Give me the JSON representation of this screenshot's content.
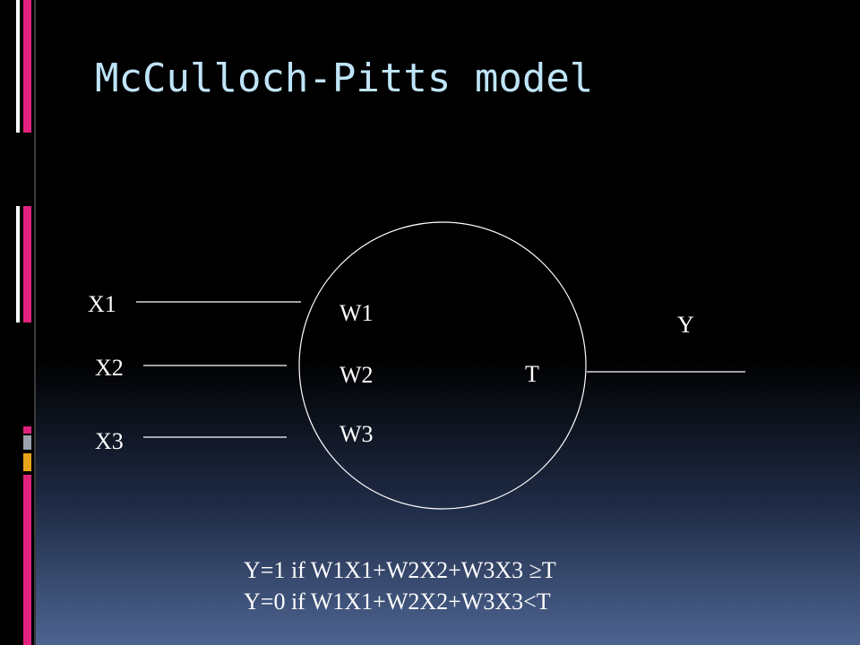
{
  "slide": {
    "title": "McCulloch-Pitts model"
  },
  "diagram": {
    "inputs": [
      "X1",
      "X2",
      "X3"
    ],
    "weights": [
      "W1",
      "W2",
      "W3"
    ],
    "threshold": "T",
    "output": "Y"
  },
  "equations": {
    "line1": "Y=1 if W1X1+W2X2+W3X3  ≥T",
    "line2": "Y=0 if W1X1+W2X2+W3X3<T"
  },
  "colors": {
    "title": "#bfe4f7",
    "accent_pink": "#e0227e",
    "accent_gray": "#9aa3ad",
    "accent_orange": "#e8a21a",
    "text": "#ffffff"
  }
}
